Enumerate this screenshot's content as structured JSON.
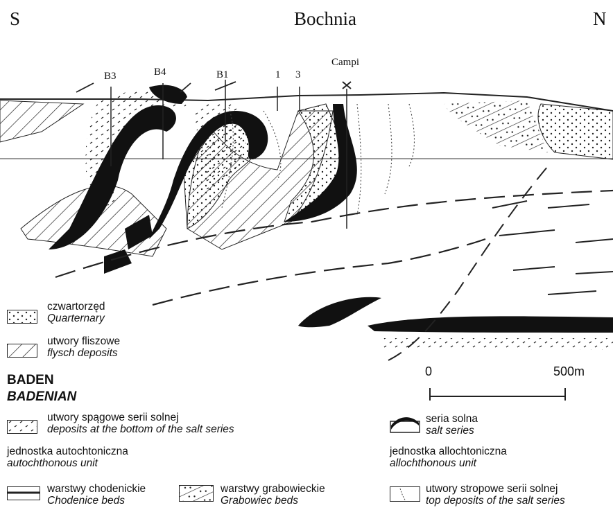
{
  "header": {
    "south": "S",
    "title": "Bochnia",
    "north": "N"
  },
  "wells": [
    "B3",
    "B4",
    "B1",
    "1",
    "3",
    "Campi"
  ],
  "scale": {
    "start": "0",
    "end": "500m"
  },
  "legend": {
    "quaternary": {
      "pl": "czwartorzęd",
      "en": "Quarternary"
    },
    "flysch": {
      "pl": "utwory fliszowe",
      "en": "flysch deposits"
    },
    "baden_pl": "BADEN",
    "baden_en": "BADENIAN",
    "bottom": {
      "pl": "utwory spągowe serii solnej",
      "en": "deposits at the bottom of the salt series"
    },
    "salt": {
      "pl": "seria solna",
      "en": "salt series"
    },
    "autochthonous": {
      "pl": "jednostka autochtoniczna",
      "en": "autochthonous unit"
    },
    "allochthonous": {
      "pl": "jednostka allochtoniczna",
      "en": "allochthonous unit"
    },
    "chodenice": {
      "pl": "warstwy chodenickie",
      "en": "Chodenice beds"
    },
    "grabowiec": {
      "pl": "warstwy grabowieckie",
      "en": "Grabowiec beds"
    },
    "top": {
      "pl": "utwory stropowe serii solnej",
      "en": "top deposits of the salt series"
    }
  }
}
